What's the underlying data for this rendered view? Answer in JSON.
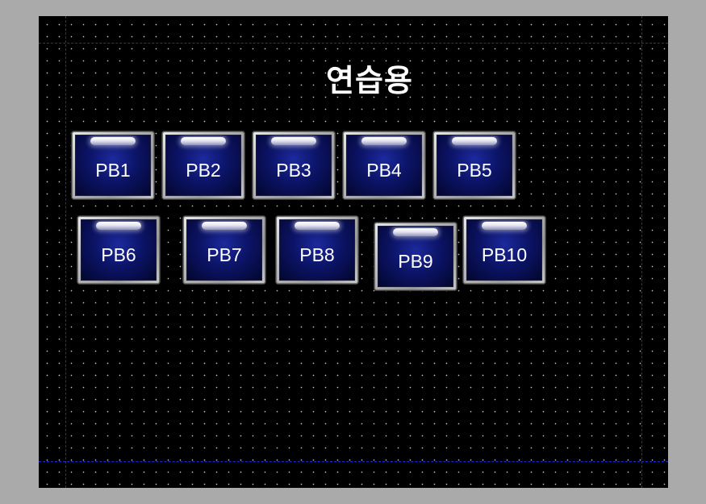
{
  "title": "연습용",
  "buttons": [
    {
      "id": "pb1",
      "label": "PB1"
    },
    {
      "id": "pb2",
      "label": "PB2"
    },
    {
      "id": "pb3",
      "label": "PB3"
    },
    {
      "id": "pb4",
      "label": "PB4"
    },
    {
      "id": "pb5",
      "label": "PB5"
    },
    {
      "id": "pb6",
      "label": "PB6"
    },
    {
      "id": "pb7",
      "label": "PB7"
    },
    {
      "id": "pb8",
      "label": "PB8"
    },
    {
      "id": "pb9",
      "label": "PB9"
    },
    {
      "id": "pb10",
      "label": "PB10"
    }
  ],
  "colors": {
    "background": "#aaaaaa",
    "canvas": "#000000",
    "grid_dot": "#c8c8c8",
    "guide_line": "#1b2bd0",
    "button_face": "#0c1468",
    "button_frame": "#b4b4b4",
    "text": "#ffffff"
  }
}
